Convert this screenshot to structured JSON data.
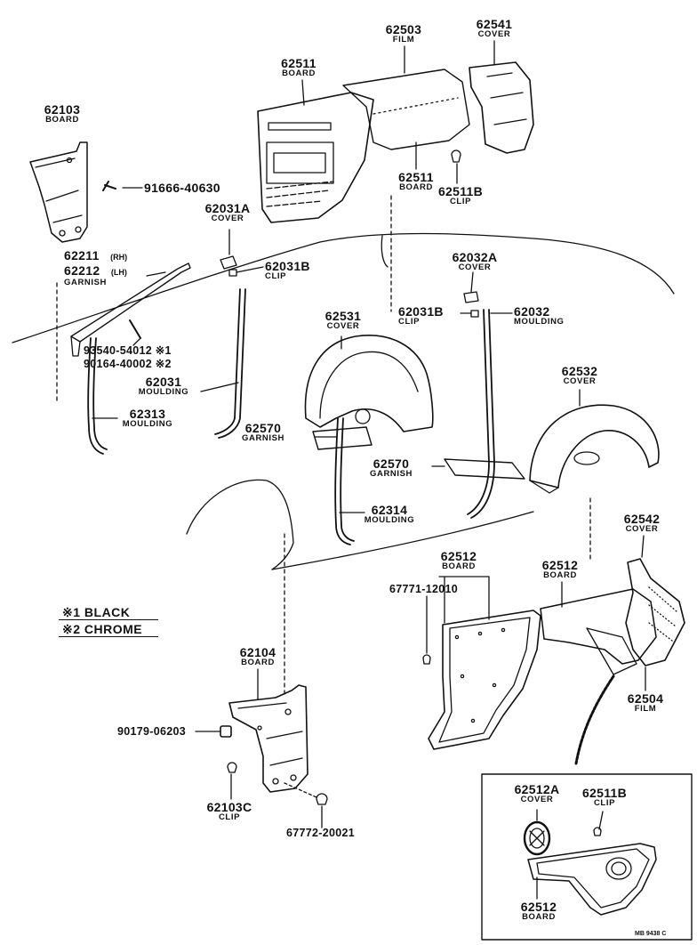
{
  "parts": {
    "p62103": {
      "num": "62103",
      "name": "BOARD"
    },
    "p91666": {
      "num": "91666-40630"
    },
    "p62211": {
      "num": "62211",
      "side": "(RH)"
    },
    "p62212": {
      "num": "62212",
      "side": "(LH)",
      "name": "GARNISH"
    },
    "p93540": {
      "num": "93540-54012 ※1"
    },
    "p90164": {
      "num": "90164-40002 ※2"
    },
    "p62031": {
      "num": "62031",
      "name": "MOULDING"
    },
    "p62313": {
      "num": "62313",
      "name": "MOULDING"
    },
    "p62511_top": {
      "num": "62511",
      "name": "BOARD"
    },
    "p62503": {
      "num": "62503",
      "name": "FILM"
    },
    "p62541": {
      "num": "62541",
      "name": "COVER"
    },
    "p62511_mid": {
      "num": "62511",
      "name": "BOARD"
    },
    "p62511B_top": {
      "num": "62511B",
      "name": "CLIP"
    },
    "p62031A": {
      "num": "62031A",
      "name": "COVER"
    },
    "p62031B_left": {
      "num": "62031B",
      "name": "CLIP"
    },
    "p62032A": {
      "num": "62032A",
      "name": "COVER"
    },
    "p62031B_right": {
      "num": "62031B",
      "name": "CLIP"
    },
    "p62032": {
      "num": "62032",
      "name": "MOULDING"
    },
    "p62531": {
      "num": "62531",
      "name": "COVER"
    },
    "p62570_left": {
      "num": "62570",
      "name": "GARNISH"
    },
    "p62532": {
      "num": "62532",
      "name": "COVER"
    },
    "p62570_right": {
      "num": "62570",
      "name": "GARNISH"
    },
    "p62314": {
      "num": "62314",
      "name": "MOULDING"
    },
    "p62542": {
      "num": "62542",
      "name": "COVER"
    },
    "p62512_a": {
      "num": "62512",
      "name": "BOARD"
    },
    "p62512_b": {
      "num": "62512",
      "name": "BOARD"
    },
    "p67771": {
      "num": "67771-12010"
    },
    "p62504": {
      "num": "62504",
      "name": "FILM"
    },
    "p62104": {
      "num": "62104",
      "name": "BOARD"
    },
    "p90179": {
      "num": "90179-06203"
    },
    "p62103C": {
      "num": "62103C",
      "name": "CLIP"
    },
    "p67772": {
      "num": "67772-20021"
    },
    "p62512A": {
      "num": "62512A",
      "name": "COVER"
    },
    "p62511B_inset": {
      "num": "62511B",
      "name": "CLIP"
    },
    "p62512_inset": {
      "num": "62512",
      "name": "BOARD"
    }
  },
  "legend": {
    "item1": "※1 BLACK",
    "item2": "※2 CHROME"
  },
  "drawing_code": "MB 9438 C",
  "colors": {
    "ink": "#111111",
    "paper": "#ffffff"
  }
}
